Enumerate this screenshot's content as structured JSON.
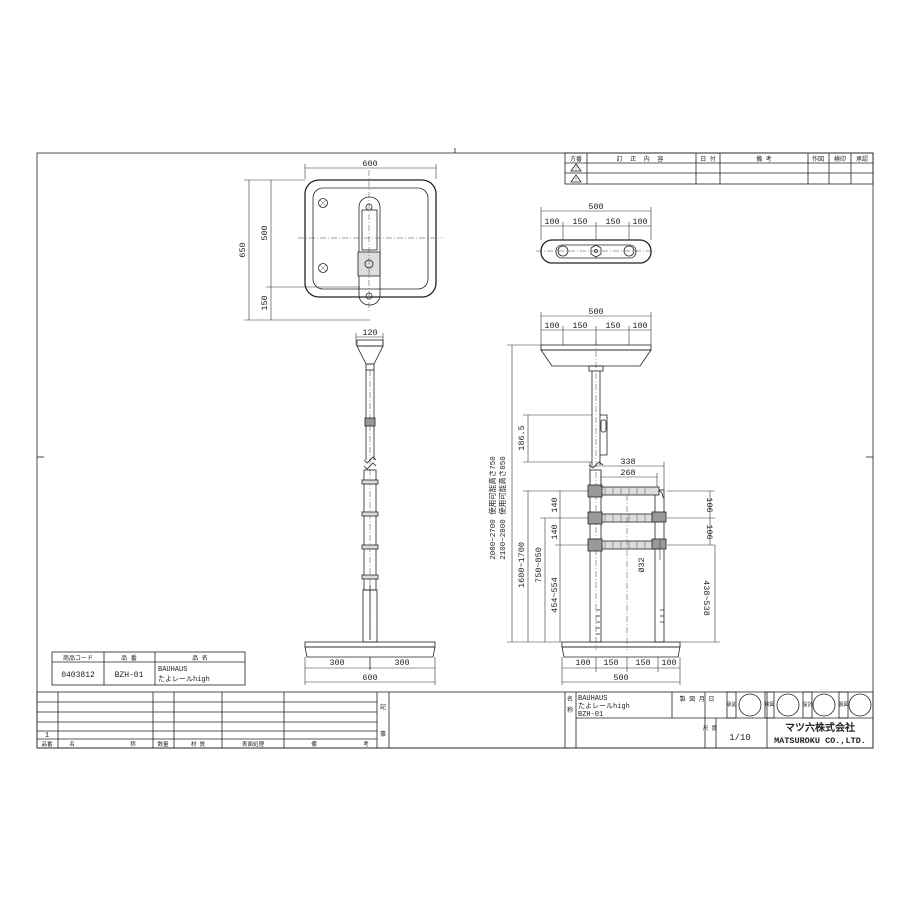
{
  "revision_table": {
    "headers": [
      "方番",
      "訂 正 内 容",
      "日 付",
      "備 考",
      "作図",
      "検印",
      "承認"
    ],
    "marks": [
      "!",
      "!"
    ]
  },
  "dimensions": {
    "top_width": "600",
    "top_depth": "650",
    "top_inner": "500",
    "top_offset": "150",
    "post_width": "120",
    "base_left": "300",
    "base_right": "300",
    "base_width": "600",
    "head_width_1": "500",
    "head_segments_1": [
      "100",
      "150",
      "150",
      "100"
    ],
    "head_width_2": "500",
    "head_segments_2": [
      "100",
      "150",
      "150",
      "100"
    ],
    "height_a": "2000~2700 使用可能高さ750",
    "height_b": "2100~2800 使用可能高さ850",
    "bracket": "186.5",
    "rail_outer": "338",
    "rail_inner": "268",
    "rail_gap_1": "106",
    "rail_gap_2": "106",
    "grip_1": "140",
    "grip_2": "140",
    "range_1": "1600~1700",
    "range_2": "750~850",
    "range_3": "454~554",
    "diameter": "Ø32",
    "range_4": "438~538",
    "base_width_side": "500",
    "base_segments_side": [
      "100",
      "150",
      "150",
      "100"
    ]
  },
  "product_box": {
    "h_code": "商品コード",
    "h_part": "品 番",
    "h_name": "品 名",
    "code": "0403812",
    "part": "BZH-01",
    "name1": "BAUHAUS",
    "name2": "たよレールhigh"
  },
  "title_block": {
    "row_number": "1",
    "footer_labels": [
      "品番",
      "名",
      "称",
      "数量",
      "材 質",
      "表面処理",
      "備",
      "考"
    ],
    "label_ki": "記",
    "label_ji": "事",
    "label_mei": "名",
    "label_shou": "称",
    "name1": "BAUHAUS",
    "name2": "たよレールhigh",
    "name3": "BZH-01",
    "made_date_label": "製 図 月 日",
    "stamps": [
      "承認",
      "検図",
      "設計",
      "製図"
    ],
    "scale_label": "尺 度",
    "scale_value": "1/10",
    "company_jp": "マツ六株式会社",
    "company_en": "MATSUROKU CO.,LTD."
  }
}
